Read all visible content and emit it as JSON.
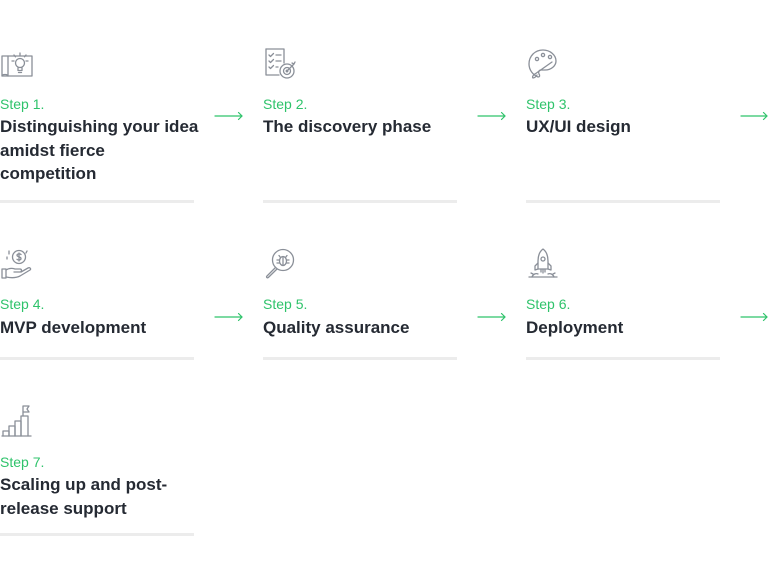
{
  "colors": {
    "accent": "#2fc36b",
    "title": "#252a33",
    "icon": "#8a8f98",
    "divider": "#ececec"
  },
  "steps": [
    {
      "label": "Step 1.",
      "title": "Distinguishing your idea amidst fierce competition",
      "icon": "lightbulb-blueprint-icon"
    },
    {
      "label": "Step 2.",
      "title": "The discovery phase",
      "icon": "checklist-target-icon"
    },
    {
      "label": "Step 3.",
      "title": "UX/UI design",
      "icon": "palette-brush-icon"
    },
    {
      "label": "Step 4.",
      "title": "MVP development",
      "icon": "hand-coin-icon"
    },
    {
      "label": "Step 5.",
      "title": "Quality assurance",
      "icon": "magnifier-bug-icon"
    },
    {
      "label": "Step 6.",
      "title": "Deployment",
      "icon": "rocket-launch-icon"
    },
    {
      "label": "Step 7.",
      "title": "Scaling up and post-release support",
      "icon": "stairs-flag-icon"
    }
  ],
  "arrows": [
    "arrow-right-icon",
    "arrow-right-icon",
    "arrow-right-icon",
    "arrow-right-icon",
    "arrow-right-icon",
    "arrow-right-icon"
  ]
}
